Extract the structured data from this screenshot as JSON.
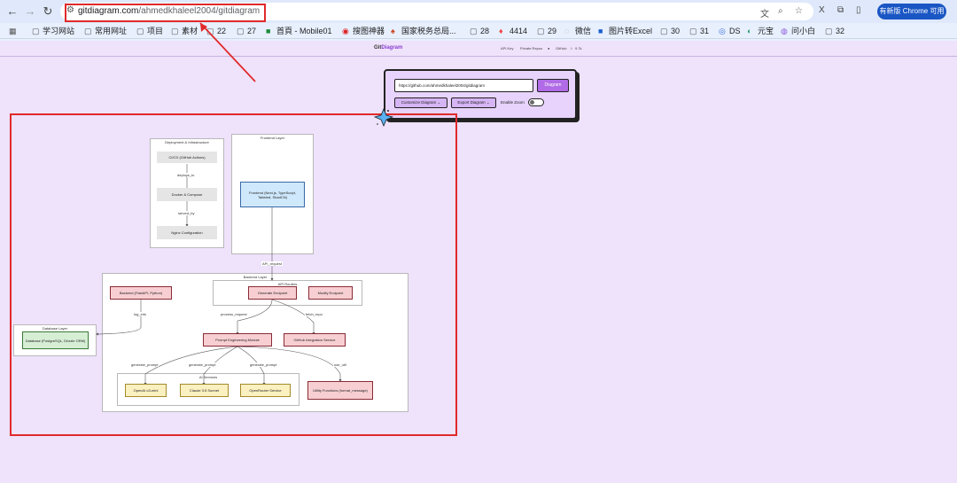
{
  "browser": {
    "url_host": "gitdiagram.com",
    "url_path": "/ahmedkhaleel2004/gitdiagram",
    "update_button": "有新版 Chrome 可用",
    "bookmarks": [
      {
        "icon": "apps-icon",
        "label": ""
      },
      {
        "icon": "folder-icon",
        "label": "学习网站"
      },
      {
        "icon": "folder-icon",
        "label": "常用网址"
      },
      {
        "icon": "folder-icon",
        "label": "项目"
      },
      {
        "icon": "folder-icon",
        "label": "素材"
      },
      {
        "icon": "folder-icon",
        "label": "22"
      },
      {
        "icon": "folder-icon",
        "label": "27"
      },
      {
        "icon": "site-icon",
        "label": "首頁 - Mobile01"
      },
      {
        "icon": "site-icon",
        "label": "搜图神器"
      },
      {
        "icon": "site-icon",
        "label": "国家税务总局..."
      },
      {
        "icon": "folder-icon",
        "label": "28"
      },
      {
        "icon": "site-icon",
        "label": "4414"
      },
      {
        "icon": "folder-icon",
        "label": "29"
      },
      {
        "icon": "site-icon",
        "label": "微信"
      },
      {
        "icon": "site-icon",
        "label": "图片转Excel"
      },
      {
        "icon": "folder-icon",
        "label": "30"
      },
      {
        "icon": "folder-icon",
        "label": "31"
      },
      {
        "icon": "site-icon",
        "label": "DS"
      },
      {
        "icon": "site-icon",
        "label": "元宝"
      },
      {
        "icon": "site-icon",
        "label": "问小白"
      },
      {
        "icon": "folder-icon",
        "label": "32"
      }
    ]
  },
  "header": {
    "logo_git": "Git",
    "logo_diagram": "Diagram",
    "links": [
      "API Key",
      "Private Repos",
      "GitHub",
      "9.7k"
    ]
  },
  "panel": {
    "repo_url": "https://github.com/ahmedkhaleel2004/gitdiagram",
    "diagram_button": "Diagram",
    "customize_button": "Customize Diagram",
    "export_button": "Export Diagram",
    "zoom_label": "Enable Zoom"
  },
  "diagram": {
    "groups": {
      "deploy": "Deployment & Infrastructure",
      "frontend": "Frontend Layer",
      "backend": "Backend Layer",
      "api": "API Routers",
      "database": "Database Layer",
      "ai": "AI Services"
    },
    "nodes": {
      "cicd": "CI/CD (GitHub Actions)",
      "docker": "Docker & Compose",
      "nginx": "Nginx Configuration",
      "frontend": "Frontend (Next.js, TypeScript, Tailwind, ShadCN)",
      "backend": "Backend (FastAPI, Python)",
      "generate": "Generate Endpoint",
      "modify": "Modify Endpoint",
      "database": "Database (PostgreSQL, Drizzle ORM)",
      "prompt": "Prompt Engineering Module",
      "github": "GitHub Integration Service",
      "openai": "OpenAI o3-mini",
      "claude": "Claude 3.5 Sonnet",
      "openrouter": "OpenRouter Service",
      "utility": "Utility Functions (format_message)"
    },
    "edges": {
      "deploys_to": "deploys_to",
      "served_by": "served_by",
      "api_request": "API_request",
      "log_info": "log_info",
      "process_request": "process_request",
      "fetch_repo": "fetch_repo",
      "generate_prompt_1": "generate_prompt",
      "generate_prompt_2": "generate_prompt",
      "generate_prompt_3": "generate_prompt",
      "use_util": "use_util"
    }
  }
}
